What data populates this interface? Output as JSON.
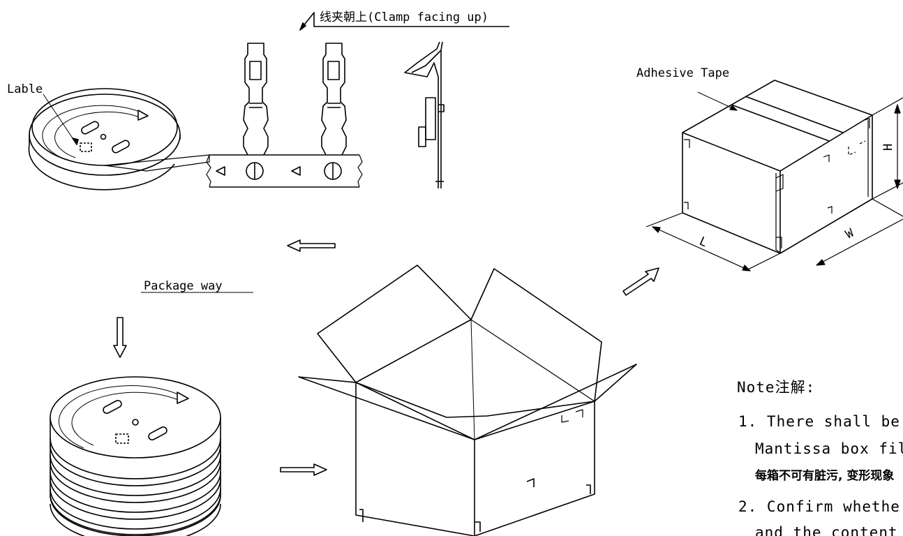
{
  "labels": {
    "clamp": "线夹朝上(Clamp facing up)",
    "lable": "Lable",
    "package_way": "Package way",
    "adhesive_tape": "Adhesive Tape",
    "dim_h": "H",
    "dim_l": "L",
    "dim_w": "W"
  },
  "note": {
    "title": "Note注解:",
    "line1": "1. There shall be n",
    "line2": "Mantissa box fil",
    "line3": "每箱不可有脏污, 变形现象",
    "line4": "2. Confirm whethe",
    "line5": "and the content"
  }
}
